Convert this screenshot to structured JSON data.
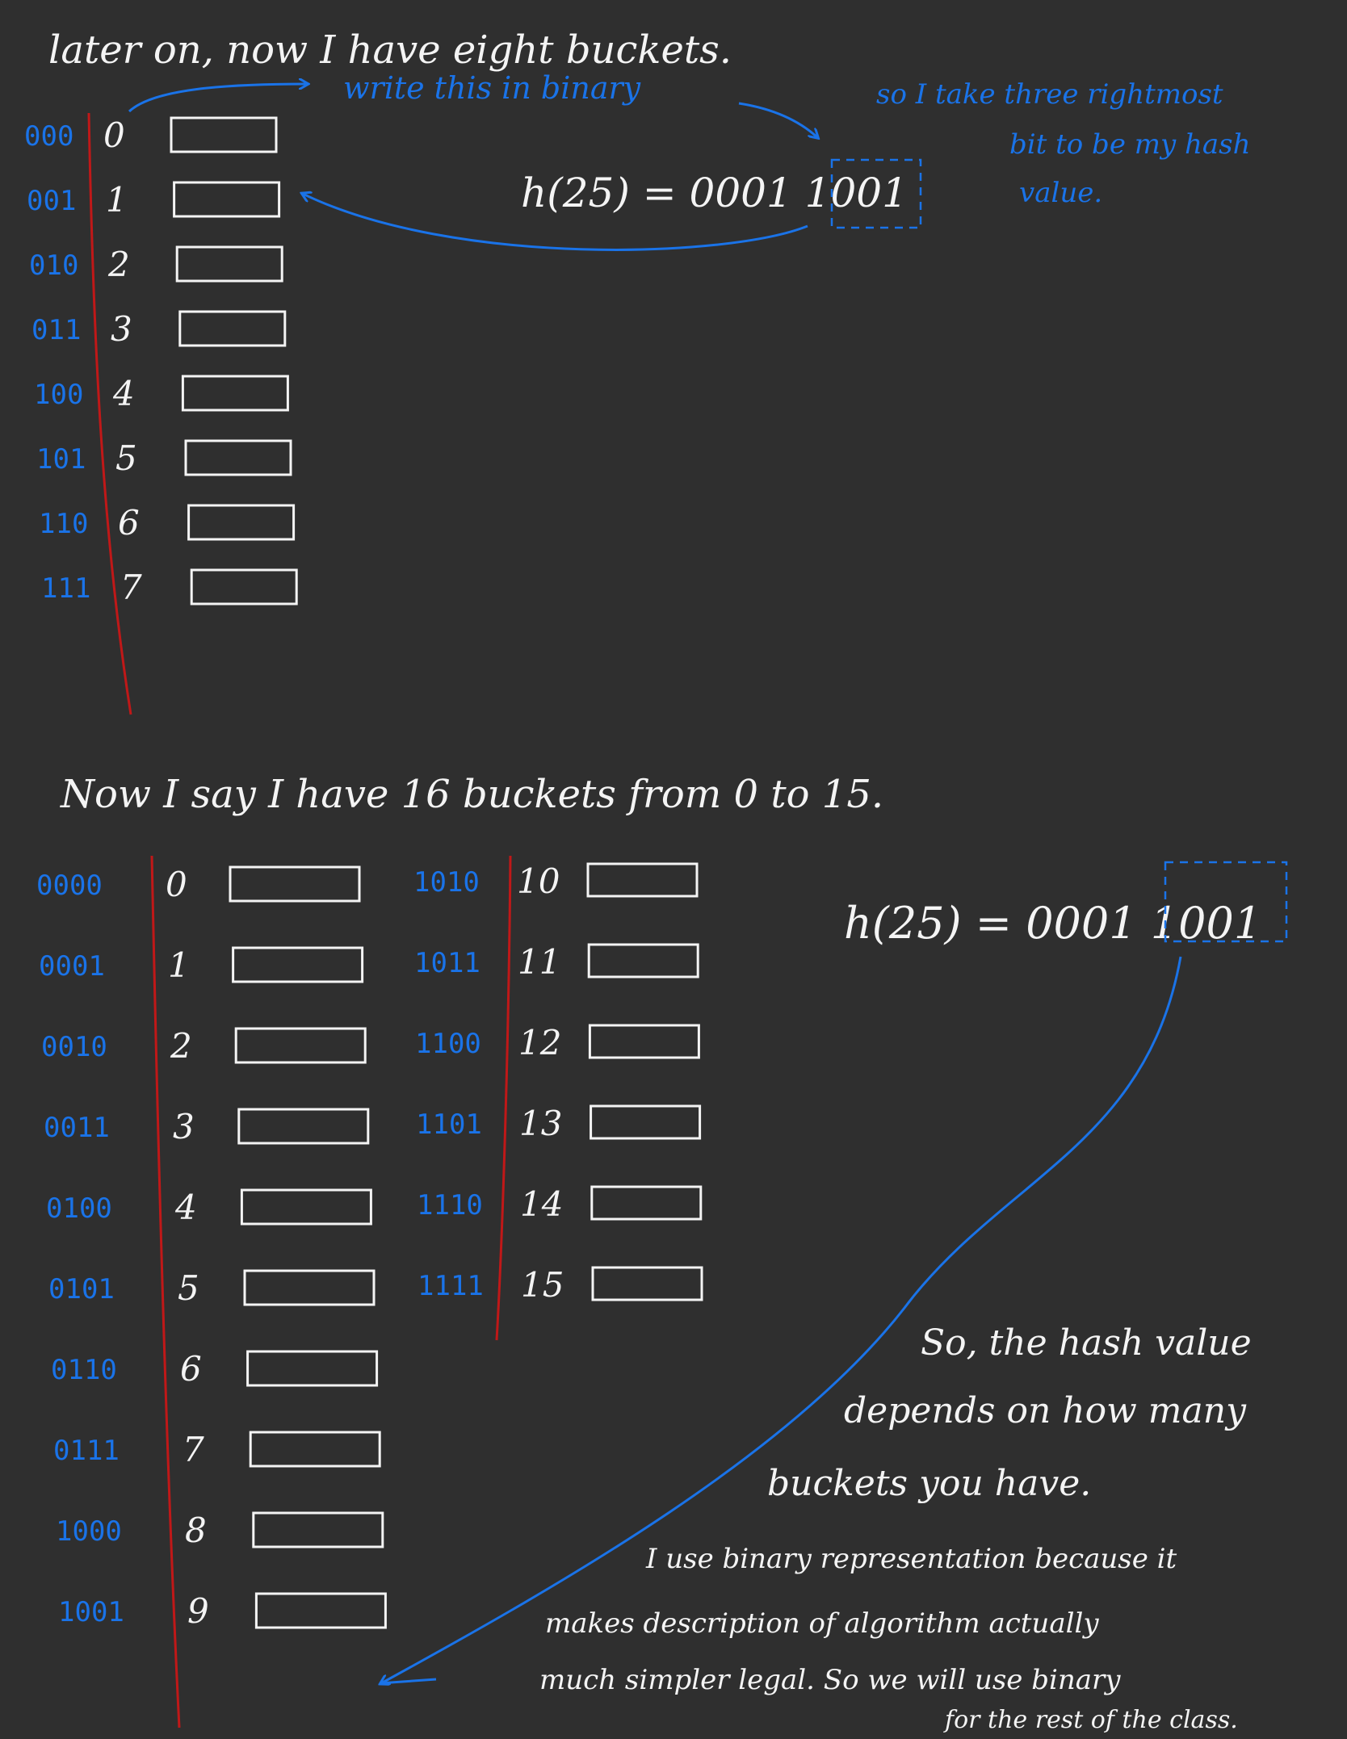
{
  "section1": {
    "heading": "later on, now I have eight buckets.",
    "note_binary": "write this in binary",
    "note_rightmost_1": "so I take three rightmost",
    "note_rightmost_2": "bit to be my hash",
    "note_rightmost_3": "value.",
    "hash_expr": "h(25) = 0001 1001",
    "rows": [
      {
        "bin": "000",
        "num": "0"
      },
      {
        "bin": "001",
        "num": "1"
      },
      {
        "bin": "010",
        "num": "2"
      },
      {
        "bin": "011",
        "num": "3"
      },
      {
        "bin": "100",
        "num": "4"
      },
      {
        "bin": "101",
        "num": "5"
      },
      {
        "bin": "110",
        "num": "6"
      },
      {
        "bin": "111",
        "num": "7"
      }
    ]
  },
  "section2": {
    "heading": "Now I say I have 16 buckets from 0 to 15.",
    "hash_expr": "h(25) = 0001 1001",
    "rows_left": [
      {
        "bin": "0000",
        "num": "0"
      },
      {
        "bin": "0001",
        "num": "1"
      },
      {
        "bin": "0010",
        "num": "2"
      },
      {
        "bin": "0011",
        "num": "3"
      },
      {
        "bin": "0100",
        "num": "4"
      },
      {
        "bin": "0101",
        "num": "5"
      },
      {
        "bin": "0110",
        "num": "6"
      },
      {
        "bin": "0111",
        "num": "7"
      },
      {
        "bin": "1000",
        "num": "8"
      },
      {
        "bin": "1001",
        "num": "9"
      }
    ],
    "rows_right": [
      {
        "bin": "1010",
        "num": "10"
      },
      {
        "bin": "1011",
        "num": "11"
      },
      {
        "bin": "1100",
        "num": "12"
      },
      {
        "bin": "1101",
        "num": "13"
      },
      {
        "bin": "1110",
        "num": "14"
      },
      {
        "bin": "1111",
        "num": "15"
      }
    ],
    "conclusion_1": "So, the hash value",
    "conclusion_2": "depends on how many",
    "conclusion_3": "buckets you have.",
    "note_1": "I use binary representation because it",
    "note_2": "makes description of algorithm actually",
    "note_3": "much simpler legal. So we will use binary",
    "note_4": "for the rest of the class."
  }
}
